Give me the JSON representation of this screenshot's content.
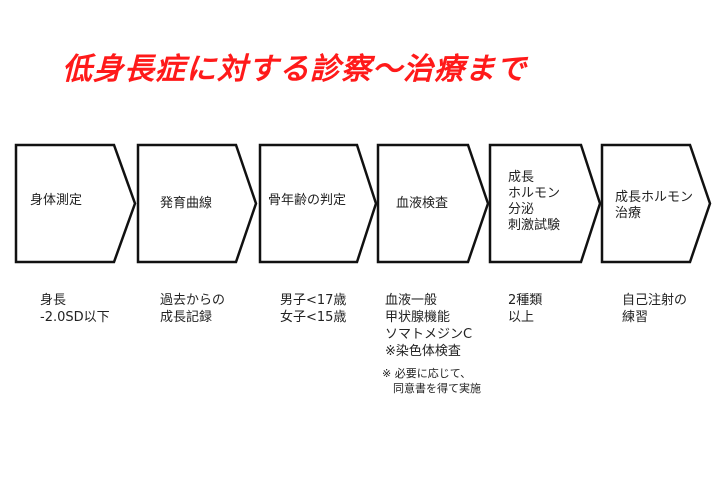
{
  "title": "低身長症に対する診察〜治療まで",
  "steps": [
    {
      "label": "身体測定",
      "note": "身長\n-2.0SD以下"
    },
    {
      "label": "発育曲線",
      "note": "過去からの\n成長記録"
    },
    {
      "label": "骨年齢の判定",
      "note": "男子<17歳\n女子<15歳"
    },
    {
      "label": "血液検査",
      "note": "血液一般\n甲状腺機能\nソマトメジンC\n※染色体検査"
    },
    {
      "label": "成長\nホルモン\n分泌\n刺激試験",
      "note": "2種類\n以上"
    },
    {
      "label": "成長ホルモン\n治療",
      "note": "自己注射の\n練習"
    }
  ],
  "footnote": "※ 必要に応じて、\n　同意書を得て実施"
}
